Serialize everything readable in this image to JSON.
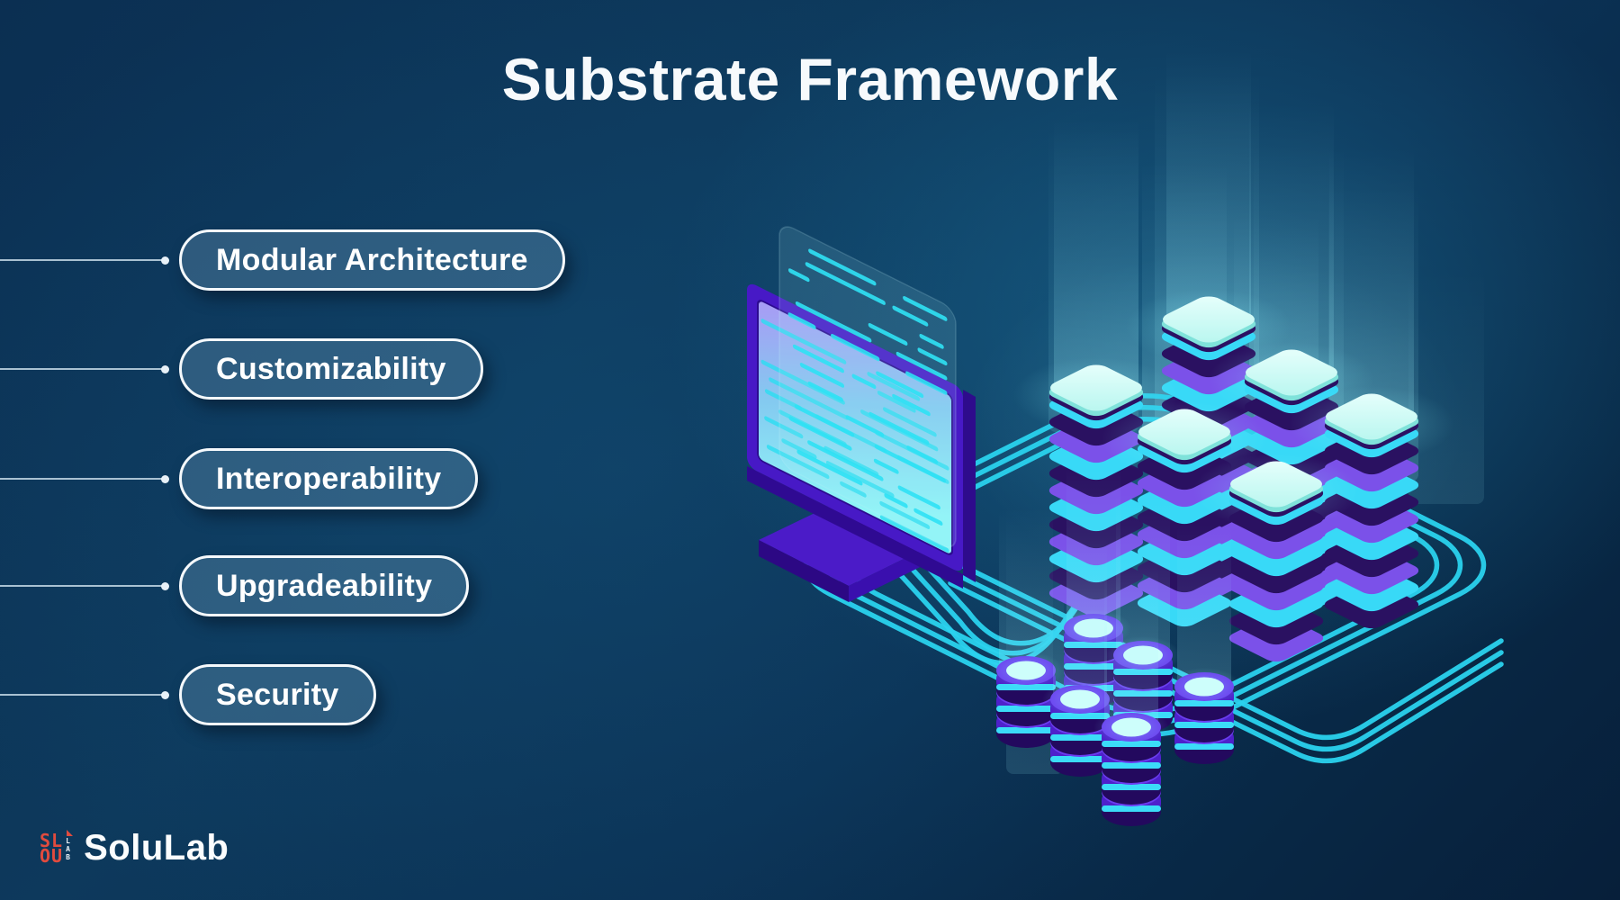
{
  "title": "Substrate Framework",
  "features": [
    "Modular Architecture",
    "Customizability",
    "Interoperability",
    "Upgradeability",
    "Security"
  ],
  "logo": {
    "text": "SoluLab",
    "mark_row1": "SL",
    "mark_row2": "OU",
    "mark_side": "LAB"
  },
  "colors": {
    "background_dark": "#0a2a49",
    "background_mid": "#0d3c60",
    "pill_fill": "rgba(106,152,186,0.36)",
    "pill_border": "#f5f9fc",
    "text": "#ffffff",
    "accent_cyan": "#2ad2ee",
    "accent_purple": "#4719c6",
    "accent_violet": "#7b51e9",
    "mint": "#d9fdf8",
    "logo_red": "#e14b3e"
  },
  "illustration": {
    "monitor": "monitor-with-code-screen",
    "panel": "floating-code-panel",
    "stacks": "isometric-block-stacks",
    "coins": "token-coin-stacks",
    "traces": "circuit-board-traces"
  }
}
